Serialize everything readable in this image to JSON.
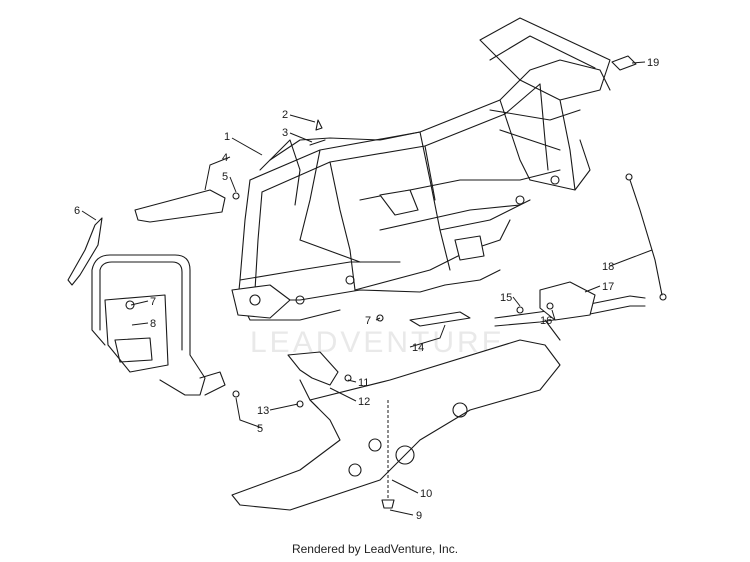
{
  "watermark": "LEADVENTURE",
  "footer": "Rendered by LeadVenture, Inc.",
  "callouts": {
    "c1": "1",
    "c2": "2",
    "c3": "3",
    "c4": "4",
    "c5a": "5",
    "c5b": "5",
    "c6": "6",
    "c7a": "7",
    "c7b": "7",
    "c8": "8",
    "c9": "9",
    "c10": "10",
    "c11": "11",
    "c12": "12",
    "c13": "13",
    "c14": "14",
    "c15": "15",
    "c16": "16",
    "c17": "17",
    "c18": "18",
    "c19": "19"
  }
}
